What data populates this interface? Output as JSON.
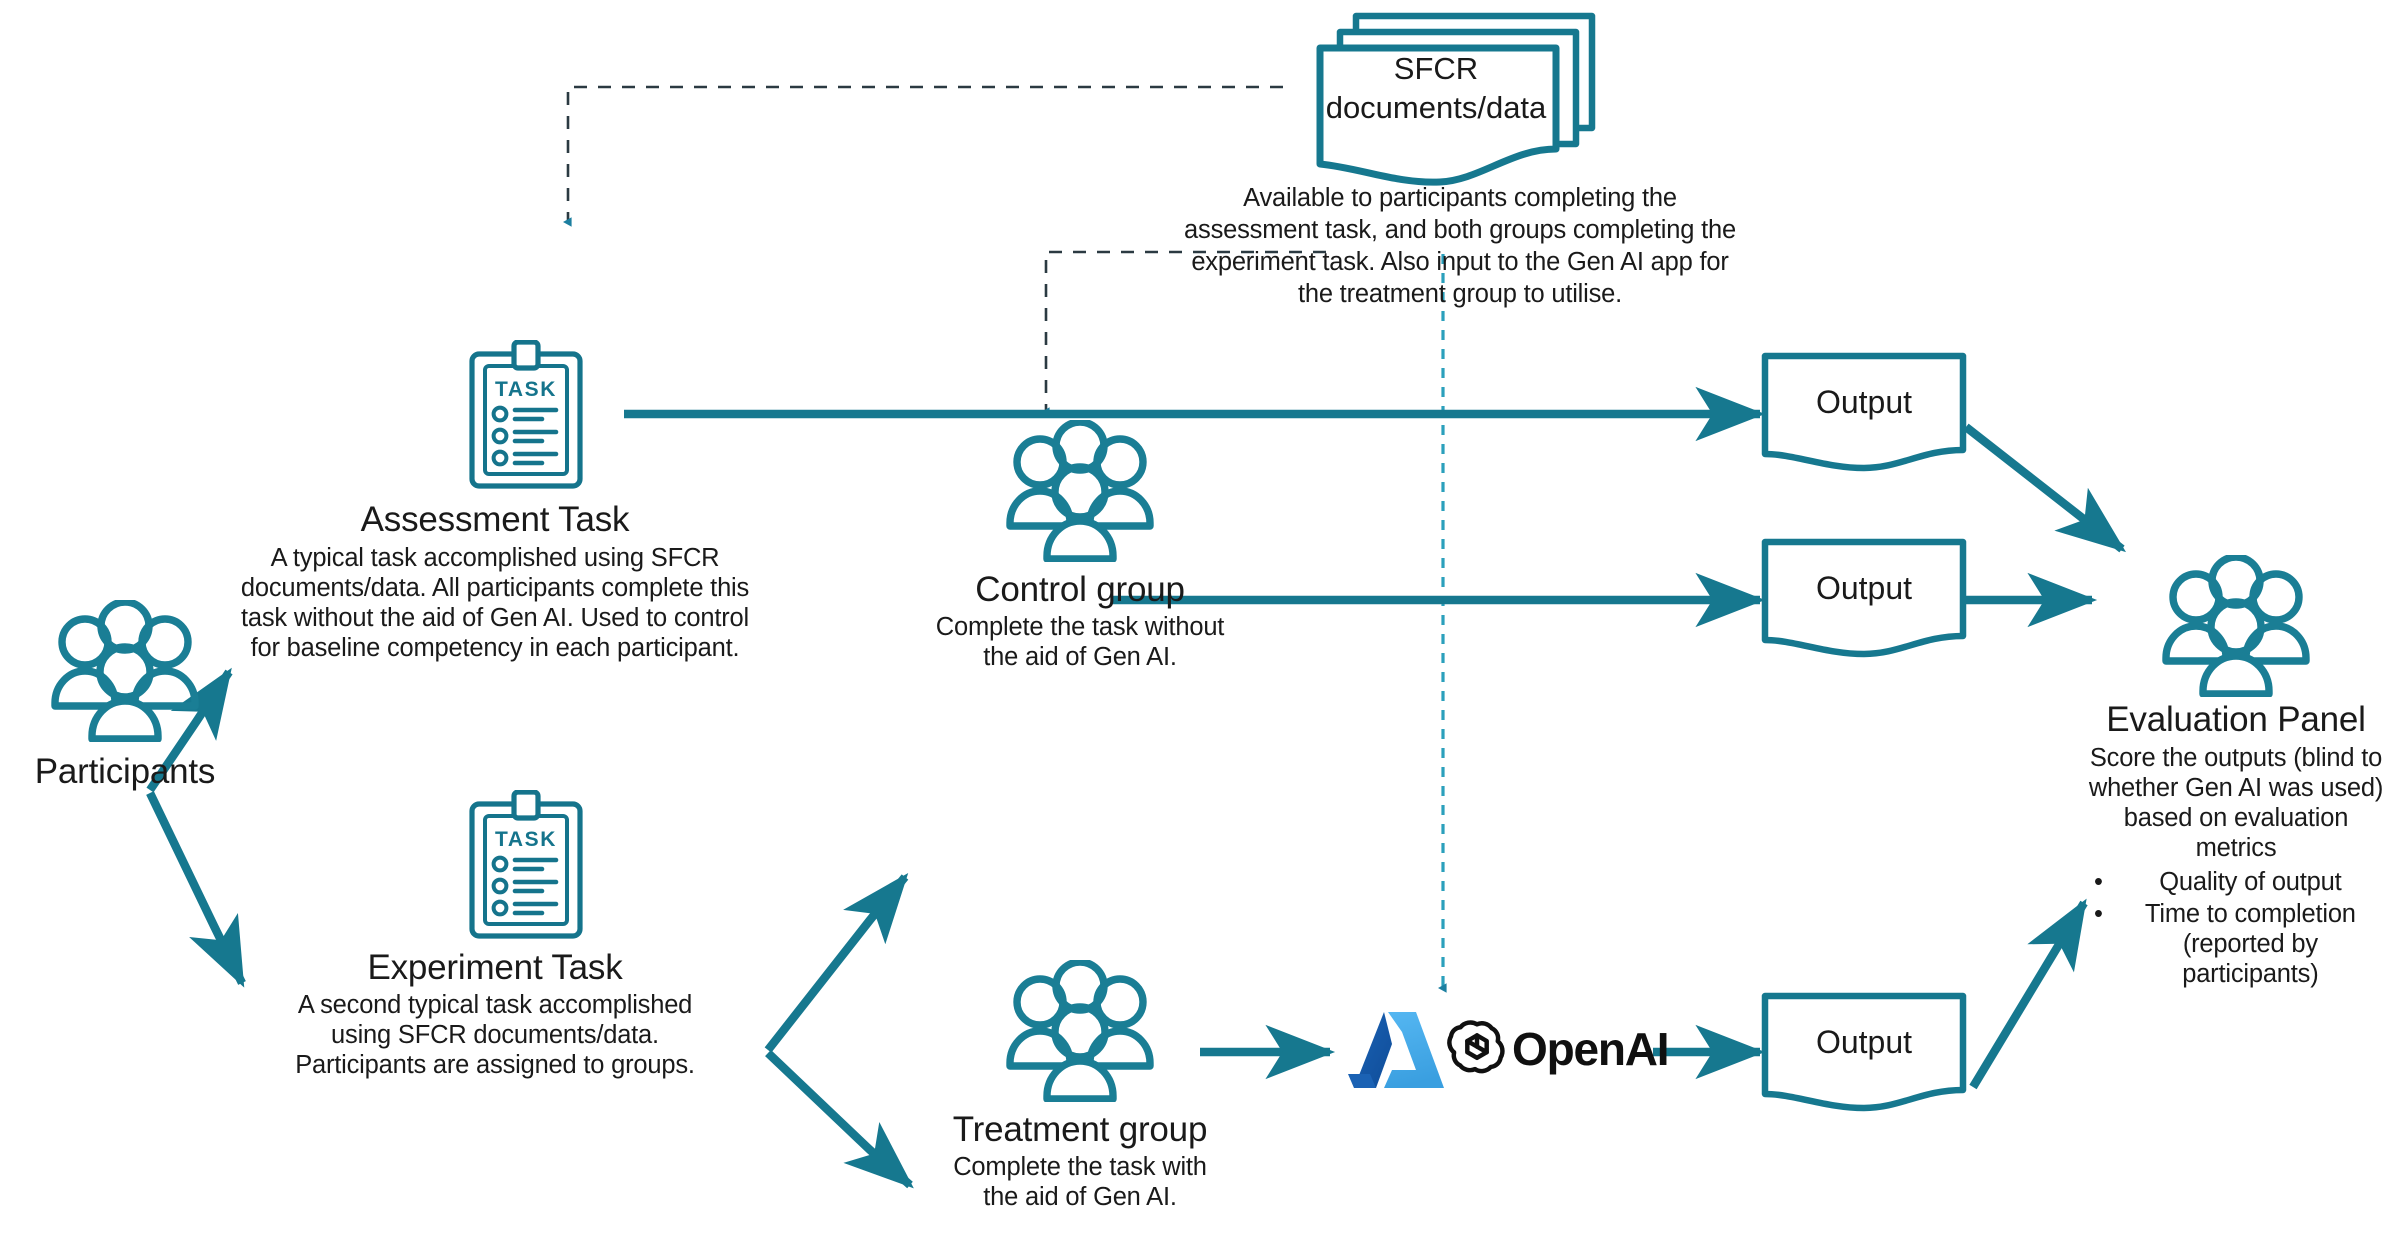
{
  "diagram": {
    "title": "Gen AI experiment design flow",
    "accent_teal": "#16788f",
    "accent_teal_dark": "#136a7f",
    "azure_blue_light": "#44a8eb",
    "azure_blue_dark": "#0f5fb0",
    "openai_black": "#101010",
    "text_color": "#1a1a1a",
    "background": "#ffffff"
  },
  "nodes": {
    "participants": {
      "title": "Participants",
      "icon": "people-group-icon"
    },
    "assessment_task": {
      "title": "Assessment Task",
      "desc": "A typical task accomplished using SFCR documents/data. All participants complete this task without the aid of Gen AI. Used to control for baseline competency in each participant.",
      "icon": "clipboard-task-icon",
      "icon_text": "TASK"
    },
    "experiment_task": {
      "title": "Experiment Task",
      "desc": "A second typical task accomplished using SFCR documents/data. Participants are assigned to groups.",
      "icon": "clipboard-task-icon",
      "icon_text": "TASK"
    },
    "control_group": {
      "title": "Control group",
      "desc": "Complete the task without the aid of Gen AI.",
      "icon": "people-group-icon"
    },
    "treatment_group": {
      "title": "Treatment group",
      "desc": "Complete the task with the aid of Gen AI.",
      "icon": "people-group-icon"
    },
    "sfcr_documents": {
      "label": "SFCR\ndocuments/data",
      "label_line1": "SFCR",
      "label_line2": "documents/data",
      "icon": "stacked-documents-icon",
      "caption": "Available to participants completing the assessment task, and both groups completing the experiment task. Also input to the Gen AI app for the treatment group to utilise."
    },
    "gen_ai_app": {
      "azure_logo_name": "azure-logo",
      "openai_logo_name": "openai-logo",
      "openai_label": "OpenAI"
    },
    "outputs": [
      {
        "label": "Output",
        "name": "output-assessment"
      },
      {
        "label": "Output",
        "name": "output-control"
      },
      {
        "label": "Output",
        "name": "output-treatment"
      }
    ],
    "evaluation_panel": {
      "title": "Evaluation Panel",
      "desc": "Score the outputs (blind to whether Gen AI was used) based on evaluation metrics",
      "bullets": [
        "Quality of output",
        "Time to completion (reported by participants)"
      ],
      "icon": "people-group-icon"
    }
  }
}
